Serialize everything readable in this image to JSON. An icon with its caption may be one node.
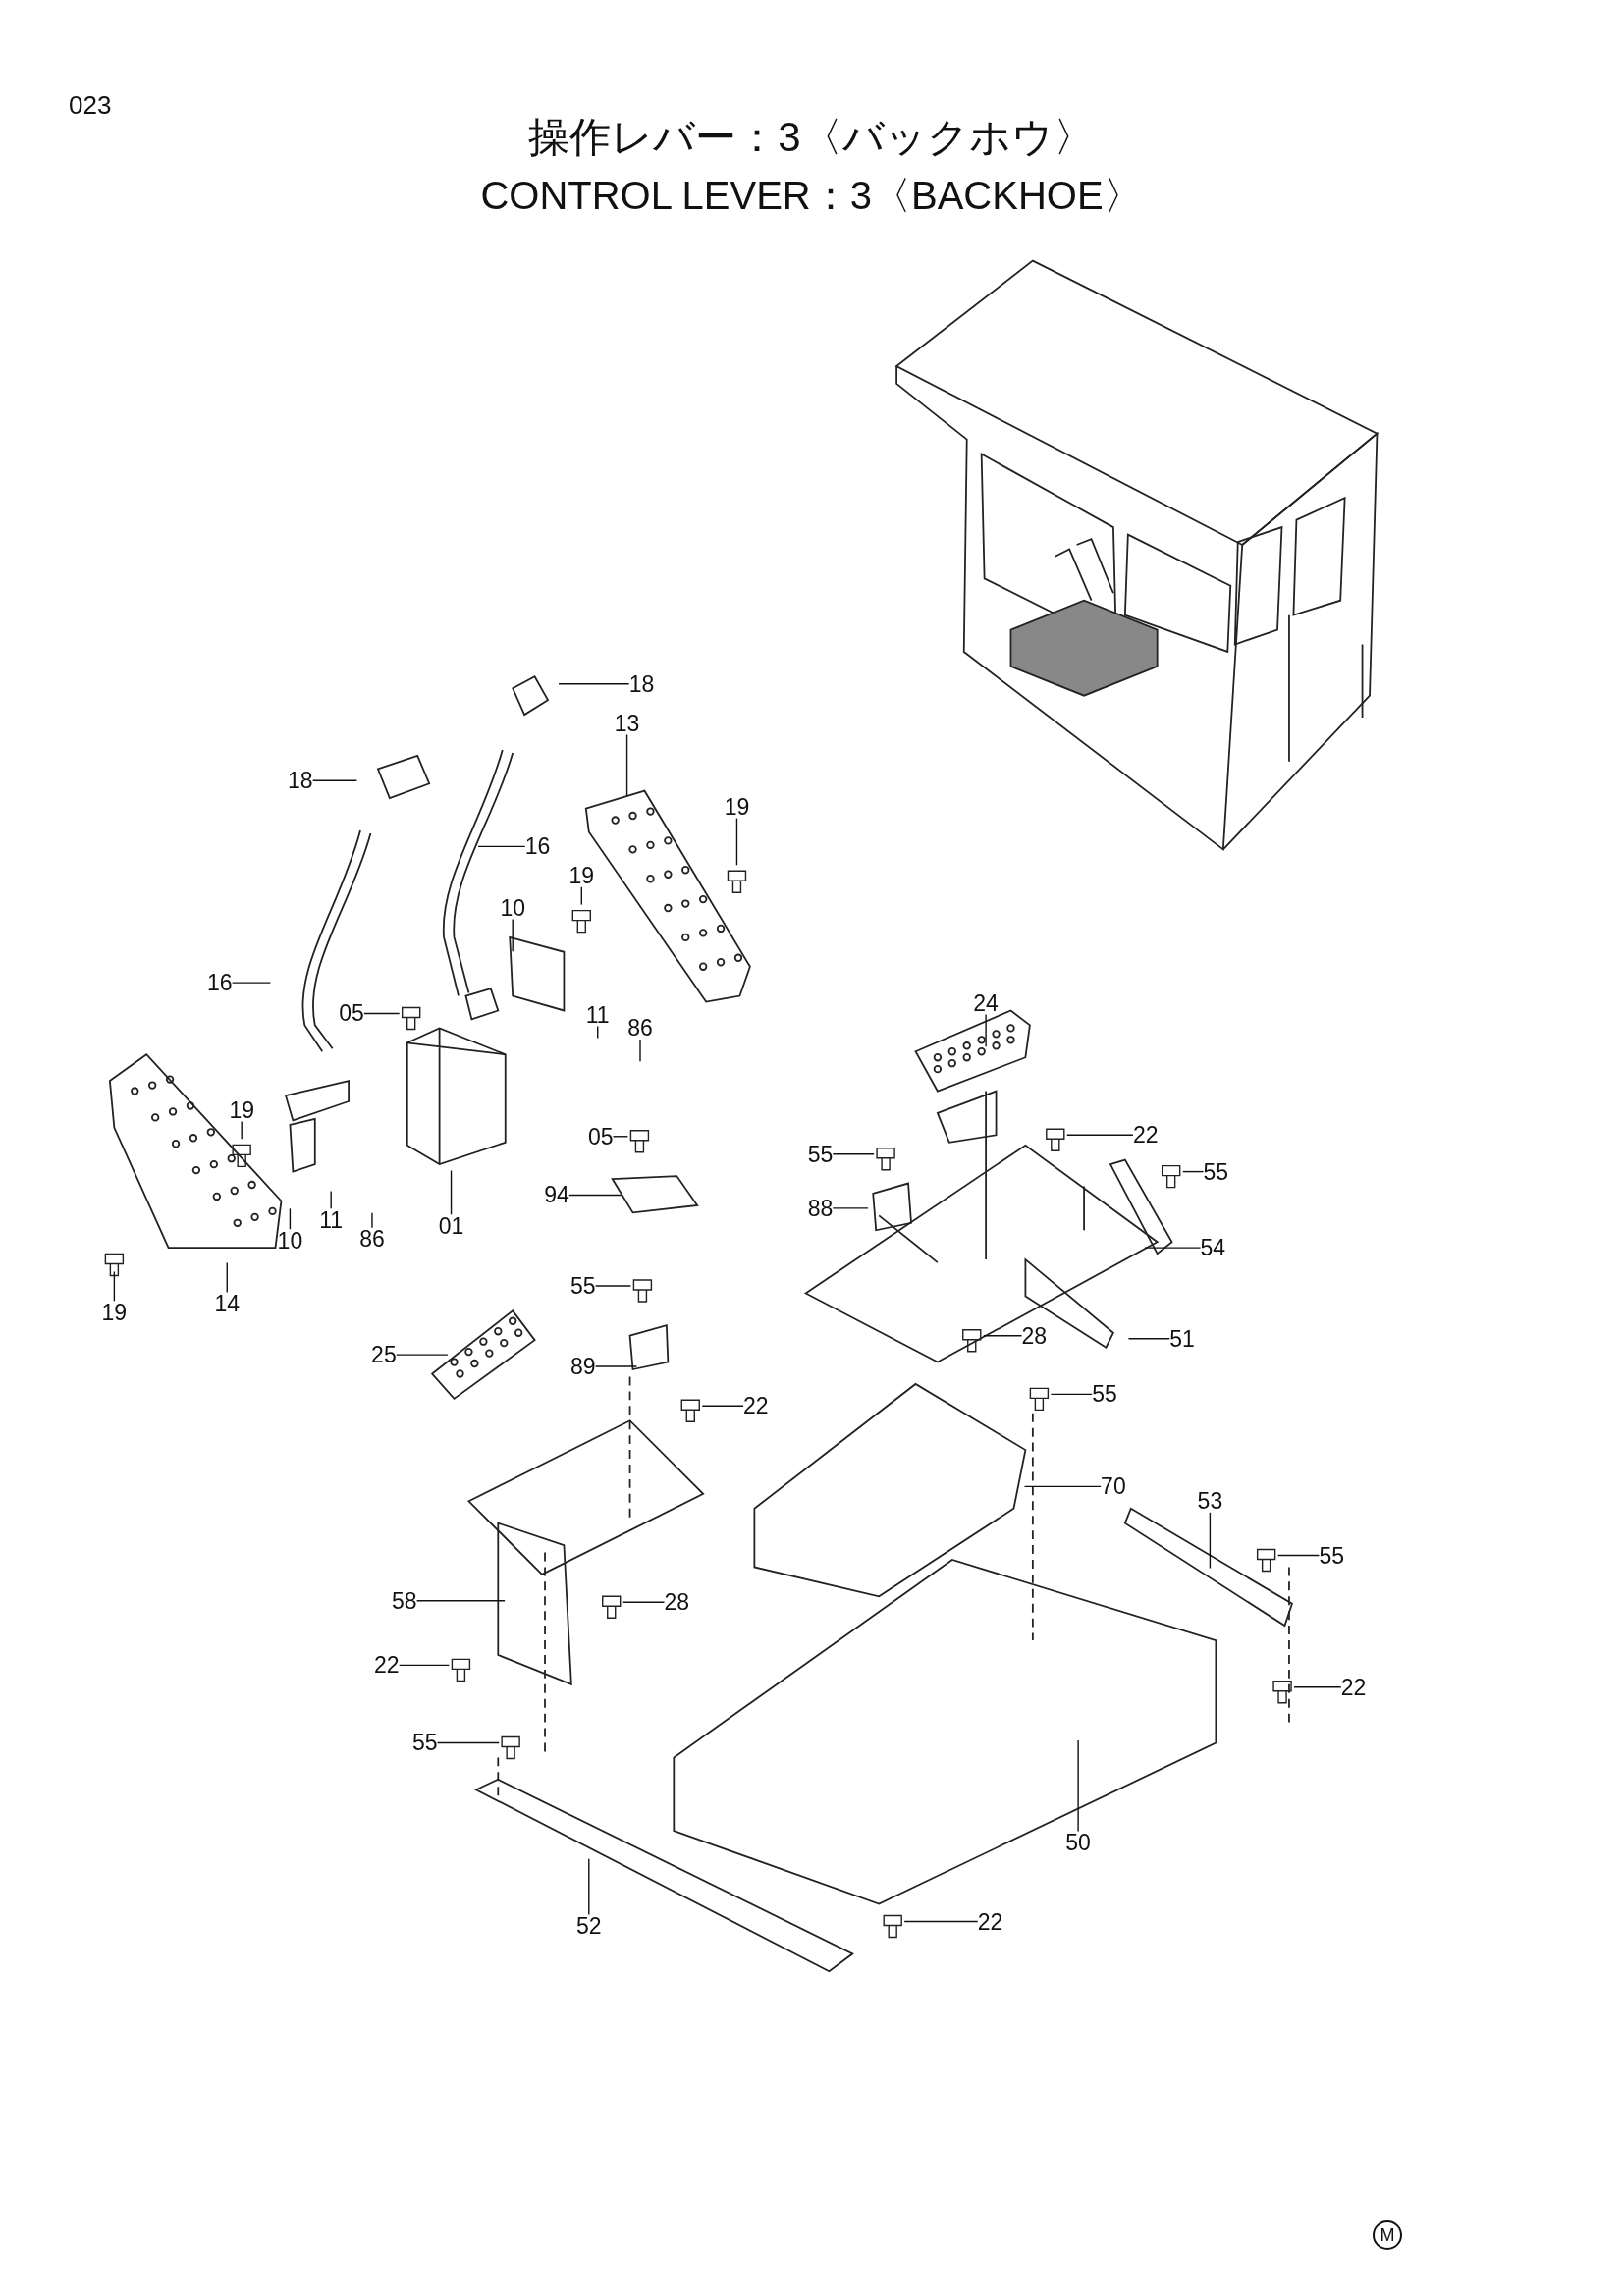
{
  "diagram": {
    "title": "操作レバー：3〈バックホウ〉",
    "nodes": [
      {
        "text": [
          "18"
        ]
      },
      {
        "text": [
          "18"
        ]
      },
      {
        "text": [
          "13"
        ]
      },
      {
        "text": [
          "19"
        ]
      },
      {
        "text": [
          "16"
        ]
      },
      {
        "text": [
          "16"
        ]
      },
      {
        "text": [
          "10"
        ]
      },
      {
        "text": [
          "19"
        ]
      },
      {
        "text": [
          "05"
        ]
      },
      {
        "text": [
          "11"
        ]
      },
      {
        "text": [
          "86"
        ]
      },
      {
        "text": [
          "24"
        ]
      },
      {
        "text": [
          "19"
        ]
      },
      {
        "text": [
          "05"
        ]
      },
      {
        "text": [
          "55"
        ]
      },
      {
        "text": [
          "22"
        ]
      },
      {
        "text": [
          "55"
        ]
      },
      {
        "text": [
          "88"
        ]
      },
      {
        "text": [
          "94"
        ]
      },
      {
        "text": [
          "10"
        ]
      },
      {
        "text": [
          "11"
        ]
      },
      {
        "text": [
          "86"
        ]
      },
      {
        "text": [
          "01"
        ]
      },
      {
        "text": [
          "54"
        ]
      },
      {
        "text": [
          "19"
        ]
      },
      {
        "text": [
          "14"
        ]
      },
      {
        "text": [
          "55"
        ]
      },
      {
        "text": [
          "28"
        ]
      },
      {
        "text": [
          "51"
        ]
      },
      {
        "text": [
          "25"
        ]
      },
      {
        "text": [
          "89"
        ]
      },
      {
        "text": [
          "22"
        ]
      },
      {
        "text": [
          "55"
        ]
      },
      {
        "text": [
          "70"
        ]
      },
      {
        "text": [
          "53"
        ]
      },
      {
        "text": [
          "55"
        ]
      },
      {
        "text": [
          "58"
        ]
      },
      {
        "text": [
          "28"
        ]
      },
      {
        "text": [
          "22"
        ]
      },
      {
        "text": [
          "22"
        ]
      },
      {
        "text": [
          "55"
        ]
      },
      {
        "text": [
          "50"
        ]
      },
      {
        "text": [
          "52"
        ]
      },
      {
        "text": [
          "22"
        ]
      }
    ],
    "edges": [
      {
        "from": 0,
        "to": null,
        "arrow": "none"
      },
      {
        "from": 1,
        "to": null,
        "arrow": "none"
      },
      {
        "from": 2,
        "to": null,
        "arrow": "none"
      },
      {
        "from": 3,
        "to": null,
        "arrow": "none"
      },
      {
        "from": 4,
        "to": null,
        "arrow": "none"
      },
      {
        "from": 5,
        "to": null,
        "arrow": "none"
      },
      {
        "from": 6,
        "to": null,
        "arrow": "none"
      },
      {
        "from": 7,
        "to": null,
        "arrow": "none"
      },
      {
        "from": 8,
        "to": null,
        "arrow": "none"
      },
      {
        "from": 9,
        "to": null,
        "arrow": "none"
      },
      {
        "from": 10,
        "to": null,
        "arrow": "none"
      },
      {
        "from": 11,
        "to": null,
        "arrow": "none"
      },
      {
        "from": 12,
        "to": null,
        "arrow": "none"
      },
      {
        "from": 13,
        "to": null,
        "arrow": "none"
      },
      {
        "from": 14,
        "to": null,
        "arrow": "none"
      },
      {
        "from": 15,
        "to": null,
        "arrow": "none"
      },
      {
        "from": 16,
        "to": null,
        "arrow": "none"
      },
      {
        "from": 17,
        "to": null,
        "arrow": "none"
      },
      {
        "from": 18,
        "to": null,
        "arrow": "none"
      },
      {
        "from": 19,
        "to": null,
        "arrow": "none"
      },
      {
        "from": 20,
        "to": null,
        "arrow": "none"
      },
      {
        "from": 21,
        "to": null,
        "arrow": "none"
      },
      {
        "from": 22,
        "to": null,
        "arrow": "none"
      },
      {
        "from": 23,
        "to": null,
        "arrow": "none"
      },
      {
        "from": 24,
        "to": null,
        "arrow": "none"
      },
      {
        "from": 25,
        "to": null,
        "arrow": "none"
      },
      {
        "from": 26,
        "to": null,
        "arrow": "none"
      },
      {
        "from": 27,
        "to": null,
        "arrow": "none"
      },
      {
        "from": 28,
        "to": null,
        "arrow": "none"
      },
      {
        "from": 29,
        "to": null,
        "arrow": "none"
      },
      {
        "from": 30,
        "to": null,
        "arrow": "none"
      },
      {
        "from": 31,
        "to": null,
        "arrow": "none"
      },
      {
        "from": 32,
        "to": null,
        "arrow": "none"
      },
      {
        "from": 33,
        "to": null,
        "arrow": "none"
      },
      {
        "from": 34,
        "to": null,
        "arrow": "none"
      },
      {
        "from": 35,
        "to": null,
        "arrow": "none"
      },
      {
        "from": 36,
        "to": null,
        "arrow": "none"
      },
      {
        "from": 37,
        "to": null,
        "arrow": "none"
      },
      {
        "from": 38,
        "to": null,
        "arrow": "none"
      },
      {
        "from": 39,
        "to": null,
        "arrow": "none"
      },
      {
        "from": 40,
        "to": null,
        "arrow": "none"
      },
      {
        "from": 41,
        "to": null,
        "arrow": "none"
      },
      {
        "from": 42,
        "to": null,
        "arrow": "none"
      },
      {
        "from": 43,
        "to": null,
        "arrow": "none"
      }
    ],
    "labels": [
      "023",
      "CONTROL LEVER：3〈BACKHOE〉",
      "M"
    ]
  }
}
